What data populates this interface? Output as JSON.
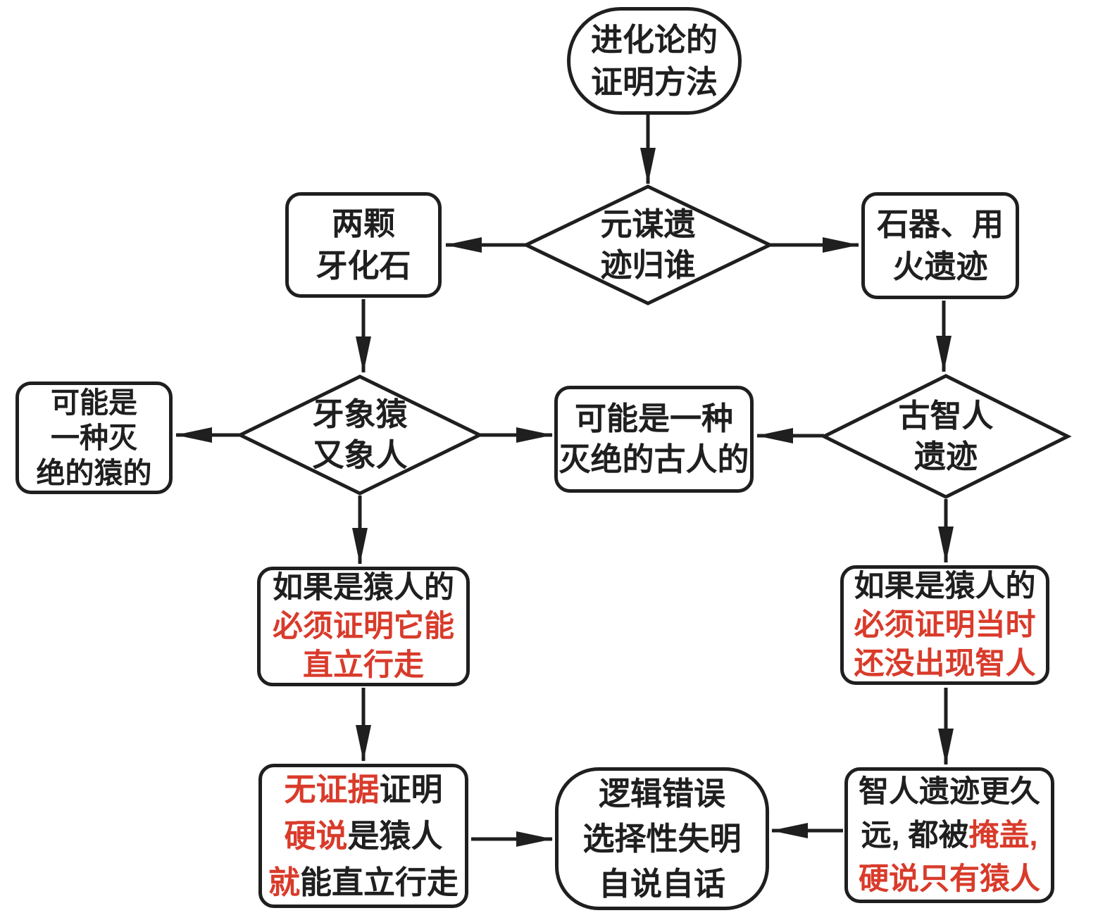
{
  "palette": {
    "ink": "#1f1f1f",
    "red": "#d93b2b",
    "bg": "#ffffff"
  },
  "nodes": {
    "start": {
      "shape": "stadium",
      "lines": [
        "进化论的",
        "证明方法"
      ]
    },
    "d_yuanmou": {
      "shape": "diamond",
      "lines": [
        "元谋遗",
        "迹归谁"
      ]
    },
    "tooth": {
      "shape": "rounded-rect",
      "lines": [
        "两颗",
        "牙化石"
      ]
    },
    "stone": {
      "shape": "rounded-rect",
      "lines": [
        "石器、用",
        "火遗迹"
      ]
    },
    "d_tooth": {
      "shape": "diamond",
      "lines": [
        "牙象猿",
        "又象人"
      ]
    },
    "extinct_ape": {
      "shape": "rounded-rect",
      "lines": [
        "可能是",
        "一种灭",
        "绝的猿的"
      ]
    },
    "extinct_human": {
      "shape": "rounded-rect",
      "lines": [
        "可能是一种",
        "灭绝的古人的"
      ]
    },
    "d_sapiens": {
      "shape": "diamond",
      "lines": [
        "古智人",
        "遗迹"
      ]
    },
    "if_left": {
      "shape": "rounded-rect",
      "lines": [
        [
          {
            "t": "如果是猿人的",
            "c": "ink"
          }
        ],
        [
          {
            "t": "必须证明它能",
            "c": "red"
          }
        ],
        [
          {
            "t": "直立行走",
            "c": "red"
          }
        ]
      ]
    },
    "if_right": {
      "shape": "rounded-rect",
      "lines": [
        [
          {
            "t": "如果是猿人的",
            "c": "ink"
          }
        ],
        [
          {
            "t": "必须证明当时",
            "c": "red"
          }
        ],
        [
          {
            "t": "还没出现智人",
            "c": "red"
          }
        ]
      ]
    },
    "no_evidence": {
      "shape": "rounded-rect",
      "lines": [
        [
          {
            "t": "无证据",
            "c": "red"
          },
          {
            "t": "证明",
            "c": "ink"
          }
        ],
        [
          {
            "t": "硬说",
            "c": "red"
          },
          {
            "t": "是猿人",
            "c": "ink"
          }
        ],
        [
          {
            "t": "就",
            "c": "red"
          },
          {
            "t": "能直立行走",
            "c": "ink"
          }
        ]
      ]
    },
    "logic_error": {
      "shape": "rounded-rect",
      "lines": [
        "逻辑错误",
        "选择性失明",
        "自说自话"
      ]
    },
    "sapiens_older": {
      "shape": "rounded-rect",
      "lines": [
        [
          {
            "t": "智人遗迹更久",
            "c": "ink"
          }
        ],
        [
          {
            "t": "远, 都被",
            "c": "ink"
          },
          {
            "t": "掩盖,",
            "c": "red"
          }
        ],
        [
          {
            "t": "硬说只有猿人",
            "c": "red"
          }
        ]
      ]
    }
  },
  "edges": [
    {
      "from": "start",
      "to": "d_yuanmou",
      "dir": "down"
    },
    {
      "from": "d_yuanmou",
      "to": "tooth",
      "dir": "left"
    },
    {
      "from": "d_yuanmou",
      "to": "stone",
      "dir": "right"
    },
    {
      "from": "tooth",
      "to": "d_tooth",
      "dir": "down"
    },
    {
      "from": "stone",
      "to": "d_sapiens",
      "dir": "down"
    },
    {
      "from": "d_tooth",
      "to": "extinct_ape",
      "dir": "left"
    },
    {
      "from": "d_tooth",
      "to": "extinct_human",
      "dir": "right"
    },
    {
      "from": "d_sapiens",
      "to": "extinct_human",
      "dir": "left"
    },
    {
      "from": "d_tooth",
      "to": "if_left",
      "dir": "down"
    },
    {
      "from": "d_sapiens",
      "to": "if_right",
      "dir": "down"
    },
    {
      "from": "if_left",
      "to": "no_evidence",
      "dir": "down"
    },
    {
      "from": "if_right",
      "to": "sapiens_older",
      "dir": "down"
    },
    {
      "from": "no_evidence",
      "to": "logic_error",
      "dir": "right"
    },
    {
      "from": "sapiens_older",
      "to": "logic_error",
      "dir": "left"
    }
  ]
}
